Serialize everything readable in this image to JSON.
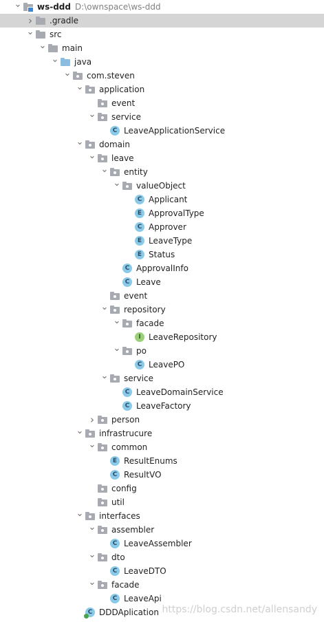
{
  "tree": [
    {
      "level": 0,
      "label": "ws-ddd",
      "path": "D:\\ownspace\\ws-ddd",
      "icon": "module-folder-icon",
      "type": "module",
      "expand": "open"
    },
    {
      "level": 1,
      "label": ".gradle",
      "icon": "folder-icon",
      "type": "folder",
      "expand": "closed",
      "selected": true
    },
    {
      "level": 1,
      "label": "src",
      "icon": "folder-icon",
      "type": "folder",
      "expand": "open"
    },
    {
      "level": 2,
      "label": "main",
      "icon": "folder-icon",
      "type": "folder",
      "expand": "open"
    },
    {
      "level": 3,
      "label": "java",
      "icon": "source-folder-icon",
      "type": "blue",
      "expand": "open"
    },
    {
      "level": 4,
      "label": "com.steven",
      "icon": "package-icon",
      "type": "pkg",
      "expand": "open"
    },
    {
      "level": 5,
      "label": "application",
      "icon": "package-icon",
      "type": "pkg",
      "expand": "open"
    },
    {
      "level": 6,
      "label": "event",
      "icon": "package-icon",
      "type": "pkg",
      "expand": "none"
    },
    {
      "level": 6,
      "label": "service",
      "icon": "package-icon",
      "type": "pkg",
      "expand": "open"
    },
    {
      "level": 7,
      "label": "LeaveApplicationService",
      "icon": "class-icon",
      "type": "c",
      "expand": "none"
    },
    {
      "level": 5,
      "label": "domain",
      "icon": "package-icon",
      "type": "pkg",
      "expand": "open"
    },
    {
      "level": 6,
      "label": "leave",
      "icon": "package-icon",
      "type": "pkg",
      "expand": "open"
    },
    {
      "level": 7,
      "label": "entity",
      "icon": "package-icon",
      "type": "pkg",
      "expand": "open"
    },
    {
      "level": 8,
      "label": "valueObject",
      "icon": "package-icon",
      "type": "pkg",
      "expand": "open"
    },
    {
      "level": 9,
      "label": "Applicant",
      "icon": "class-icon",
      "type": "c",
      "expand": "none"
    },
    {
      "level": 9,
      "label": "ApprovalType",
      "icon": "enum-icon",
      "type": "e",
      "expand": "none"
    },
    {
      "level": 9,
      "label": "Approver",
      "icon": "class-icon",
      "type": "c",
      "expand": "none"
    },
    {
      "level": 9,
      "label": "LeaveType",
      "icon": "enum-icon",
      "type": "e",
      "expand": "none"
    },
    {
      "level": 9,
      "label": "Status",
      "icon": "enum-icon",
      "type": "e",
      "expand": "none"
    },
    {
      "level": 8,
      "label": "ApprovalInfo",
      "icon": "class-icon",
      "type": "c",
      "expand": "none"
    },
    {
      "level": 8,
      "label": "Leave",
      "icon": "class-icon",
      "type": "c",
      "expand": "none"
    },
    {
      "level": 7,
      "label": "event",
      "icon": "package-icon",
      "type": "pkg",
      "expand": "none"
    },
    {
      "level": 7,
      "label": "repository",
      "icon": "package-icon",
      "type": "pkg",
      "expand": "open"
    },
    {
      "level": 8,
      "label": "facade",
      "icon": "package-icon",
      "type": "pkg",
      "expand": "open"
    },
    {
      "level": 9,
      "label": "LeaveRepository",
      "icon": "interface-icon",
      "type": "i",
      "expand": "none"
    },
    {
      "level": 8,
      "label": "po",
      "icon": "package-icon",
      "type": "pkg",
      "expand": "open"
    },
    {
      "level": 9,
      "label": "LeavePO",
      "icon": "class-icon",
      "type": "c",
      "expand": "none"
    },
    {
      "level": 7,
      "label": "service",
      "icon": "package-icon",
      "type": "pkg",
      "expand": "open"
    },
    {
      "level": 8,
      "label": "LeaveDomainService",
      "icon": "class-icon",
      "type": "c",
      "expand": "none"
    },
    {
      "level": 8,
      "label": "LeaveFactory",
      "icon": "class-icon",
      "type": "c",
      "expand": "none"
    },
    {
      "level": 6,
      "label": "person",
      "icon": "package-icon",
      "type": "pkg",
      "expand": "closed"
    },
    {
      "level": 5,
      "label": "infrastrucure",
      "icon": "package-icon",
      "type": "pkg",
      "expand": "open"
    },
    {
      "level": 6,
      "label": "common",
      "icon": "package-icon",
      "type": "pkg",
      "expand": "open"
    },
    {
      "level": 7,
      "label": "ResultEnums",
      "icon": "enum-icon",
      "type": "e",
      "expand": "none"
    },
    {
      "level": 7,
      "label": "ResultVO",
      "icon": "class-icon",
      "type": "c",
      "expand": "none"
    },
    {
      "level": 6,
      "label": "config",
      "icon": "package-icon",
      "type": "pkg",
      "expand": "none"
    },
    {
      "level": 6,
      "label": "util",
      "icon": "package-icon",
      "type": "pkg",
      "expand": "none"
    },
    {
      "level": 5,
      "label": "interfaces",
      "icon": "package-icon",
      "type": "pkg",
      "expand": "open"
    },
    {
      "level": 6,
      "label": "assembler",
      "icon": "package-icon",
      "type": "pkg",
      "expand": "open"
    },
    {
      "level": 7,
      "label": "LeaveAssembler",
      "icon": "class-icon",
      "type": "c",
      "expand": "none"
    },
    {
      "level": 6,
      "label": "dto",
      "icon": "package-icon",
      "type": "pkg",
      "expand": "open"
    },
    {
      "level": 7,
      "label": "LeaveDTO",
      "icon": "class-icon",
      "type": "c",
      "expand": "none"
    },
    {
      "level": 6,
      "label": "facade",
      "icon": "package-icon",
      "type": "pkg",
      "expand": "open"
    },
    {
      "level": 7,
      "label": "LeaveApi",
      "icon": "class-icon",
      "type": "c",
      "expand": "none"
    },
    {
      "level": 5,
      "label": "DDDAplication",
      "icon": "spring-app-class-icon",
      "type": "app",
      "expand": "none"
    }
  ],
  "watermark": "https://blog.csdn.net/allensandy",
  "colors": {
    "selection": "#d5d5d5",
    "folder": "#a7aab0",
    "source_folder": "#8bbde0",
    "class_badge": "#8bc9e8",
    "interface_badge": "#9bd07a"
  }
}
